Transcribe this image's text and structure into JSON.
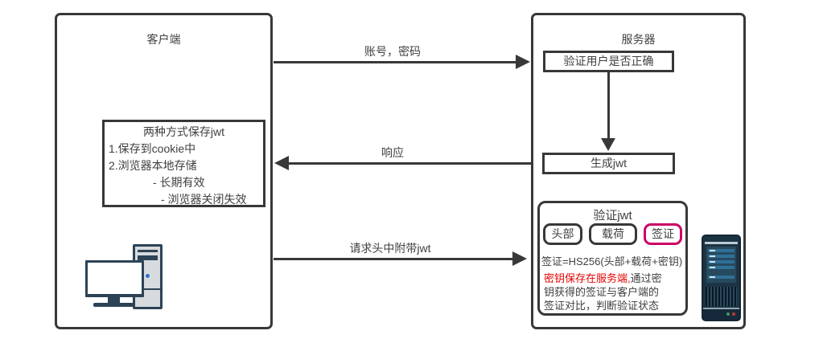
{
  "client": {
    "title": "客户端",
    "storage_note": {
      "lines": [
        "两种方式保存jwt",
        "1.保存到cookie中",
        "2.浏览器本地存储",
        "- 长期有效",
        "- 浏览器关闭失效"
      ]
    },
    "icon": "desktop-computer-icon"
  },
  "server": {
    "title": "服务器",
    "steps": {
      "verify_user": "验证用户是否正确",
      "generate_jwt": "生成jwt"
    },
    "verify_jwt": {
      "title": "验证jwt",
      "parts": [
        "头部",
        "载荷",
        "签证"
      ],
      "formula": "签证=HS256(头部+载荷+密钥)",
      "secret_note": {
        "red": "密钥保存在服务端,",
        "lines": [
          "通过密",
          "钥获得的签证与客户端的",
          "签证对比，判断验证状态"
        ],
        "full_text": "密钥保存在服务端,通过密钥获得的签证与客户端的签证对比，判断验证状态"
      }
    },
    "icon": "server-tower-icon"
  },
  "arrows": {
    "credentials": {
      "label": "账号，密码",
      "direction": "client-to-server"
    },
    "response": {
      "label": "响应",
      "direction": "server-to-client"
    },
    "request_jwt": {
      "label": "请求头中附带jwt",
      "direction": "client-to-server"
    },
    "verify_to_generate": {
      "direction": "down"
    }
  },
  "colors": {
    "border": "#383838",
    "text": "#404040",
    "highlight_red": "#e60000",
    "signature_accent": "#cc0066",
    "icon_navy": "#2d4356",
    "server_icon_body": "#1c3343"
  }
}
